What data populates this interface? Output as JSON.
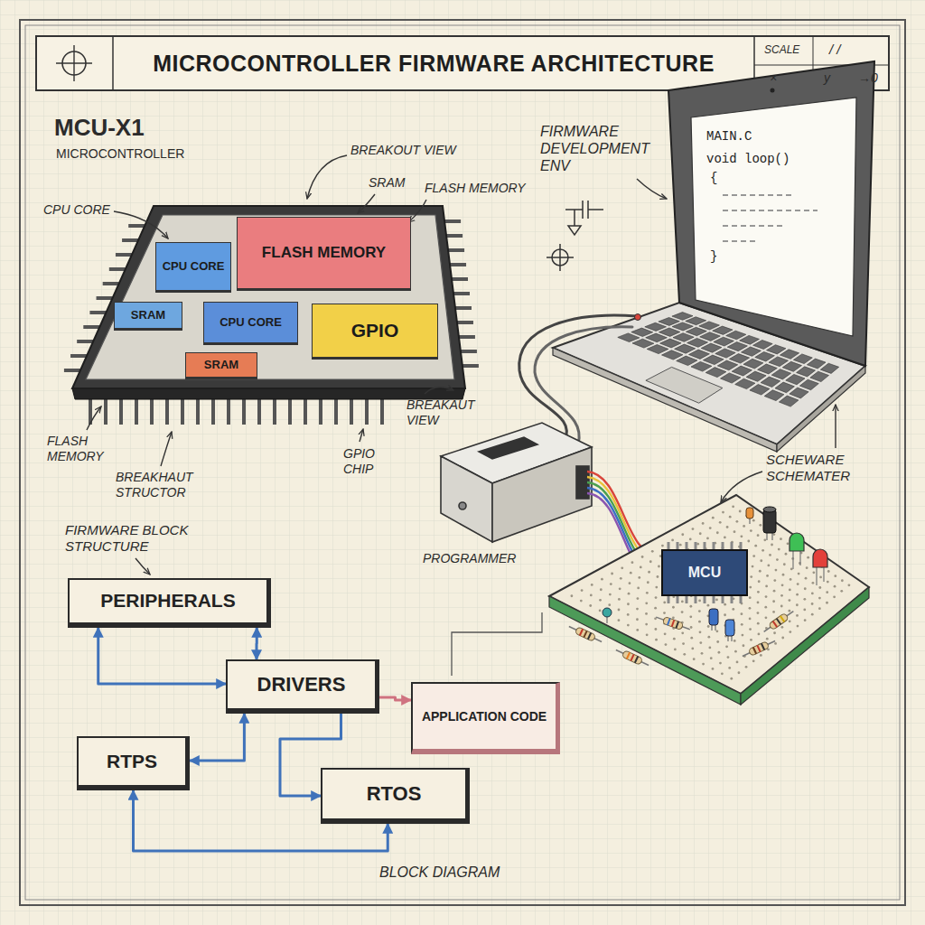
{
  "diagram": {
    "title": "MICROCONTROLLER FIRMWARE ARCHITECTURE",
    "nodes": [
      {
        "text": [
          "CPU CORE"
        ]
      },
      {
        "text": [
          "FLASH MEMORY"
        ]
      },
      {
        "text": [
          "SRAM"
        ]
      },
      {
        "text": [
          "CPU CORE"
        ]
      },
      {
        "text": [
          "SRAM"
        ]
      },
      {
        "text": [
          "GPIO"
        ]
      },
      {
        "text": [
          "MAIN.C",
          "void loop()",
          "{",
          "}"
        ]
      },
      {
        "text": [
          "MCU"
        ]
      },
      {
        "text": [
          "PERIPHERALS"
        ]
      },
      {
        "text": [
          "DRIVERS"
        ]
      },
      {
        "text": [
          "RTPS"
        ]
      },
      {
        "text": [
          "APPLICATION CODE"
        ]
      },
      {
        "text": [
          "RTOS"
        ]
      }
    ],
    "edges": [
      {
        "from": 8,
        "to": 9,
        "arrow": "both"
      },
      {
        "from": 8,
        "to": 9,
        "arrow": "both"
      },
      {
        "from": 9,
        "to": 10,
        "arrow": "both"
      },
      {
        "from": 9,
        "to": 11,
        "arrow": "to"
      },
      {
        "from": 9,
        "to": 12,
        "arrow": "to"
      },
      {
        "from": 10,
        "to": 12,
        "arrow": "both"
      }
    ],
    "labels": [
      "SCALE",
      "/ /",
      "×",
      "y",
      "→0",
      "MCU-X1",
      "MICROCONTROLLER",
      "BREAKOUT VIEW",
      "SRAM",
      "FLASH MEMORY",
      "CPU CORE",
      "FIRMWARE DEVELOPMENT ENV",
      "FLASH MEMORY",
      "BREAKHAUT STRUCTOR",
      "GPIO CHIP",
      "BREAKAUT VIEW",
      "PROGRAMMER",
      "SCHEWARE SCHEMATER",
      "FIRMWARE BLOCK STRUCTURE",
      "BLOCK DIAGRAM"
    ]
  }
}
